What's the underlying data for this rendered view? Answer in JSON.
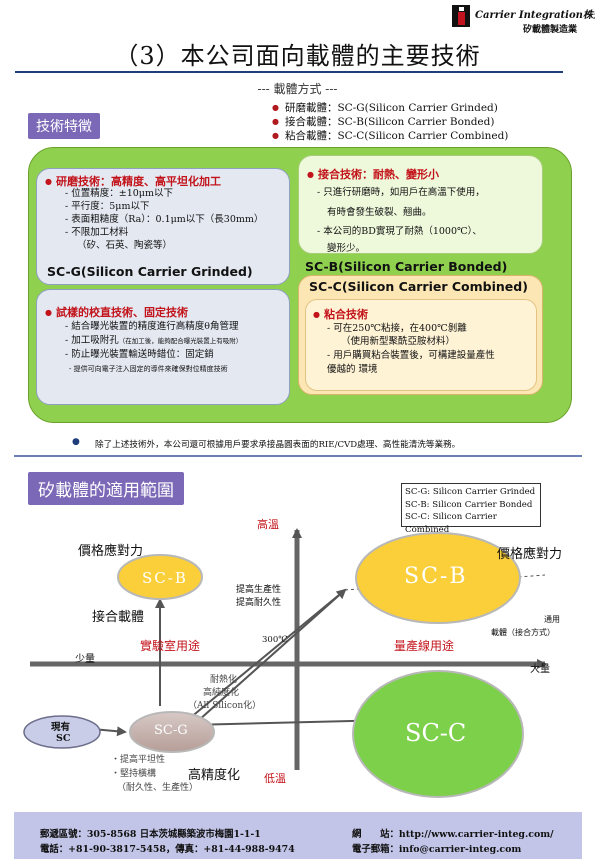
{
  "header": {
    "company_name": "Carrier Integration株式會社",
    "company_sub": "矽載體製造業",
    "page_title": "（3）本公司面向載體的主要技術"
  },
  "carrier_methods": {
    "heading": "--- 載體方式 ---",
    "items": [
      "研磨載體：SC-G(Silicon Carrier  Grinded)",
      "接合載體：SC-B(Silicon Carrier Bonded)",
      "粘合載體：SC-C(Silicon Carrier Combined)"
    ]
  },
  "tech_features_label": "技術特徵",
  "grind_box": {
    "title": "研磨技術：高精度、高平坦化加工",
    "lines": [
      "- 位置精度：±10μm以下",
      "- 平行度：5μm以下",
      "- 表面粗糙度（Ra）：0.1μm以下（長30mm）",
      "- 不限加工材料",
      "（矽、石英、陶瓷等）"
    ]
  },
  "sc_g_name": "SC-G(Silicon Carrier Grinded)",
  "calib_box": {
    "title": "試樣的校直技術、固定技術",
    "lines": [
      "- 結合曝光裝置的精度進行高精度θ角管理",
      "- 加工吸附孔",
      "（在加工後，能夠配合曝光裝置上有吸附）",
      "- 防止曝光裝置輸送時錯位：固定銷",
      "- 提供可向電子注入固定的導件來確保對位精度技術"
    ]
  },
  "bond_box": {
    "title": "接合技術：耐熱、變形小",
    "lines": [
      "- 只進行研磨時，如用戶在高溫下使用，",
      "有時會發生破裂、翹曲。",
      "- 本公司的BD實現了耐熱（1000℃）、",
      "變形少。"
    ]
  },
  "sc_b_name": "SC-B(Silicon Carrier Bonded)",
  "sc_c_name": "SC-C(Silicon Carrier Combined)",
  "comb_box": {
    "title": "粘合技術",
    "lines": [
      "- 可在250℃粘接，在400℃剝離",
      "（使用新型聚酰亞胺材料）",
      "- 用戶購買粘合裝置後，可構建設量產性",
      "優越的 環境"
    ]
  },
  "note": "除了上述技術外，本公司還可根據用戶要求承接晶圓表面的RIE/CVD處理、高性能清洗等業務。",
  "scope_label": "矽載體的適用範圍",
  "legend": [
    "SC-G: Silicon Carrier Grinded",
    "SC-B: Silicon Carrier Bonded",
    "SC-C: Silicon Carrier Combined"
  ],
  "chart_labels": {
    "high_temp": "高溫",
    "low_temp": "低溫",
    "few": "少量",
    "many": "大量",
    "lab_use": "實驗室用途",
    "mass_use": "量產線用途",
    "temp_300": "300℃",
    "price_left": "價格應對力",
    "price_right": "價格應對力",
    "bonded_carrier": "接合載體",
    "productivity": "提高生產性",
    "durability": "提高耐久性",
    "heat_res": "耐熱化",
    "purity": "高純度化",
    "all_silicon": "（All Silicon化）",
    "precision": "高精度化",
    "flatness": "・提高平坦性",
    "rigidity": "・堅持橫構",
    "durability_prod": "（耐久性、生產性）",
    "current": "現有",
    "sc": "SC",
    "general_1": "通用",
    "general_2": "載體（接合方式）",
    "scb_small": "SC-B",
    "scb_big": "SC-B",
    "scg": "SC-G",
    "scc": "SC-C"
  },
  "footer": {
    "postal": "郵遞區號：305-8568 日本茨城縣築波市梅園1-1-1",
    "website": "網　　站：http://www.carrier-integ.com/",
    "phone": "電話：+81-90-3817-5458，傳真：+81-44-988-9474",
    "email": "電子郵箱：info@carrier-integ.com"
  },
  "colors": {
    "title_line": "#1f3d7a",
    "section_label": "#7b68b7",
    "panel_green": "#8fd14f",
    "ellipse_yellow": "#fbcf3a",
    "ellipse_green": "#7dd04a",
    "accent_red": "#c3141b",
    "footer_bg": "#c2c5e8"
  }
}
